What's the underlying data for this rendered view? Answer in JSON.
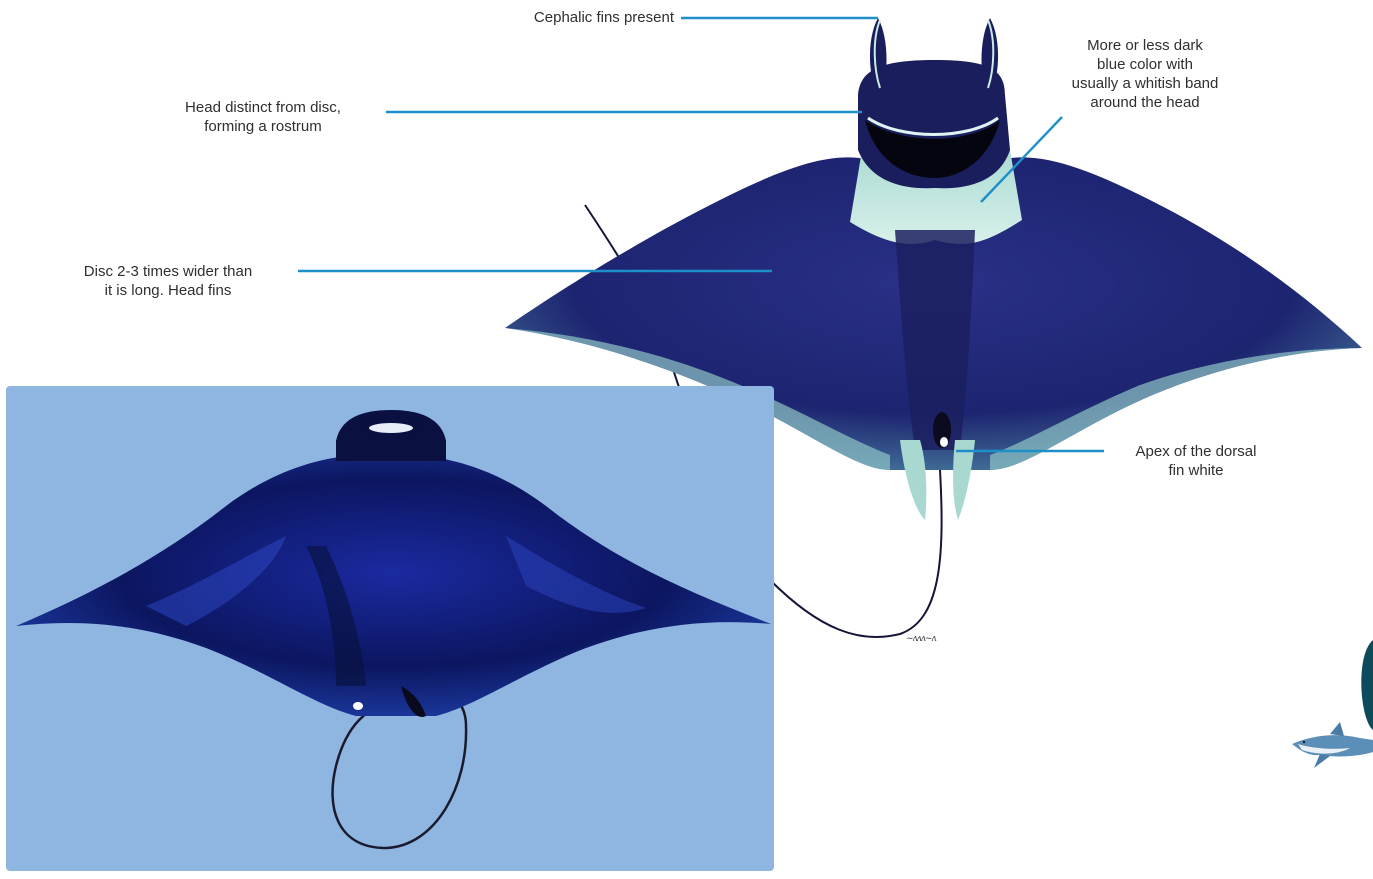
{
  "annotations": {
    "cephalic_fins": "Cephalic fins present",
    "head_line1": "Head distinct from disc,",
    "head_line2": "forming a rostrum",
    "color_line1": "More or less dark",
    "color_line2": "blue color with",
    "color_line3": "usually a whitish band",
    "color_line4": "around the head",
    "disc_line1": "Disc 2-3 times wider than",
    "disc_line2": "it is long. Head fins",
    "dorsal_line1": "Apex of the dorsal",
    "dorsal_line2": "fin white"
  },
  "colors": {
    "leader_line": "#1e8fc8",
    "photo_background": "#8fb6e1",
    "ray_body": "#1d2470",
    "ray_pale": "#bfe6dd",
    "page_edge_accent": "#0f4a5c"
  },
  "icons": {
    "illustration": "manta-ray-illustration",
    "photo": "manta-ray-photo",
    "shark": "shark-icon"
  }
}
